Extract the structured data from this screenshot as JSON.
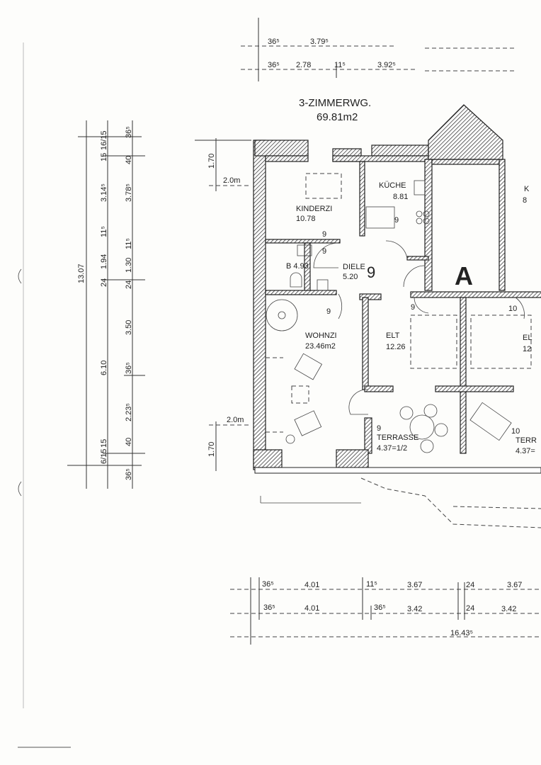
{
  "plan": {
    "title": "3-ZIMMERWG.",
    "total_area": "69.81m2",
    "stair_label": "A",
    "rooms": {
      "kinderzimmer": {
        "name": "KINDERZI",
        "area": "10.78"
      },
      "kueche": {
        "name": "KÜCHE",
        "area": "8.81"
      },
      "bad": {
        "name": "B 4.93"
      },
      "diele": {
        "name": "DIELE",
        "area": "5.20",
        "number": "9"
      },
      "wohnzimmer": {
        "name": "WOHNZI",
        "area": "23.46m2"
      },
      "eltern": {
        "name": "ELT",
        "area": "12.26"
      },
      "terrasse": {
        "number": "9",
        "name": "TERRASSE",
        "area": "4.37=1/2"
      },
      "neighbor_kueche": {
        "name": "K",
        "area": "8"
      },
      "neighbor_eltern": {
        "name": "EL",
        "area": "12"
      },
      "neighbor_terrasse": {
        "number": "10",
        "name": "TERR",
        "area": "4.37="
      }
    },
    "unit_marks": [
      "9",
      "9",
      "9",
      "9",
      "9",
      "10"
    ],
    "window_dims": {
      "height": "1.70",
      "width": "2.0m"
    }
  },
  "dimensions": {
    "top": {
      "row1": [
        "36⁵",
        "3.79⁵"
      ],
      "row2": [
        "36⁵",
        "2.78",
        "11⁵",
        "3.92⁵"
      ]
    },
    "left": {
      "overall": "13.07",
      "col1": [
        "16/15",
        "15",
        "3.14⁵",
        "11⁵",
        "1.94",
        "24",
        "6.10",
        "15",
        "6/15"
      ],
      "col2": [
        "36⁵",
        "40",
        "3.78⁵",
        "11⁵",
        "1.30",
        "24",
        "3.50",
        "36⁵",
        "2.23⁵",
        "40",
        "36⁵"
      ]
    },
    "bottom": {
      "row1": [
        "36⁵",
        "4.01",
        "11⁵",
        "3.67",
        "24",
        "3.67"
      ],
      "row2": [
        "36⁵",
        "4.01",
        "36⁵",
        "3.42",
        "24",
        "3.42"
      ],
      "total": "16.43⁵"
    }
  },
  "colors": {
    "ink": "#222222",
    "paper": "#fdfdfb"
  }
}
